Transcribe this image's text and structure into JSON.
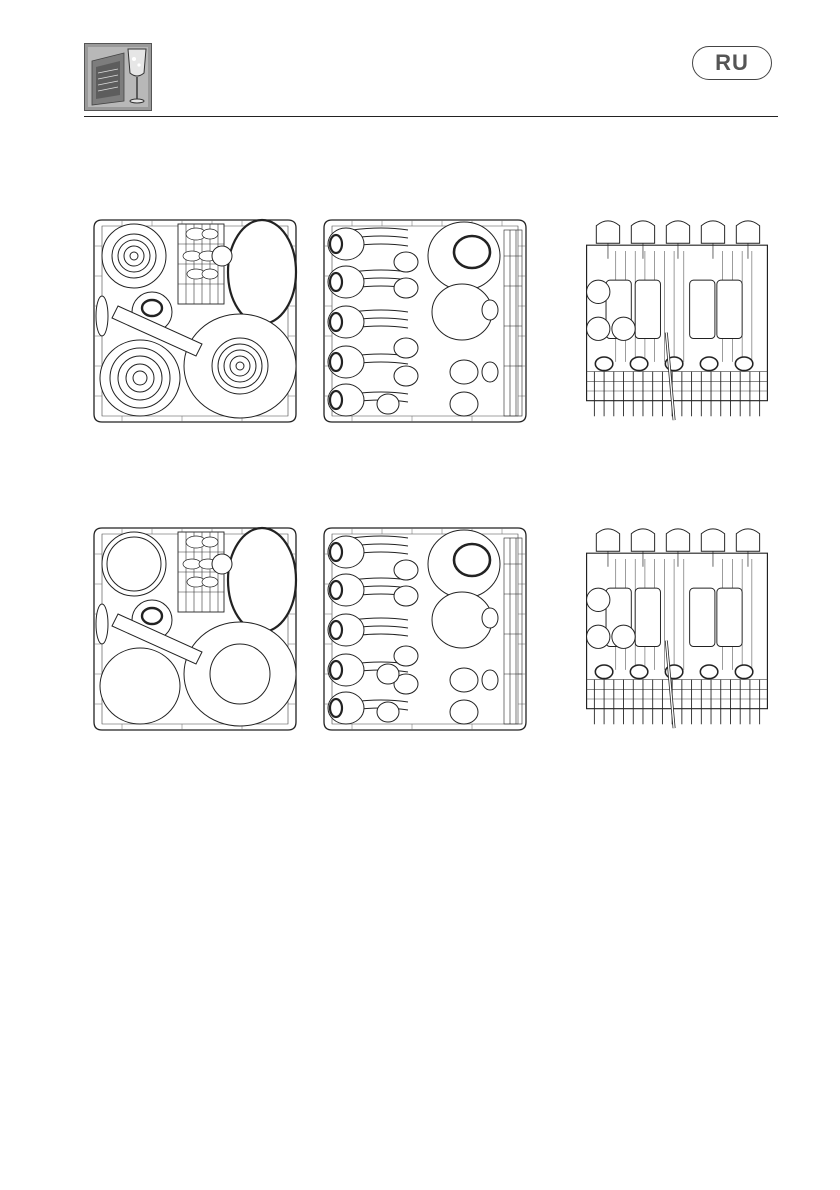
{
  "header": {
    "language_code": "RU",
    "logo_icon": "dishwasher-glass-icon"
  },
  "figures": {
    "row1": [
      {
        "rack": "lower",
        "plates": "patterned"
      },
      {
        "rack": "lower",
        "variant": "cups-and-plates"
      },
      {
        "rack": "upper",
        "variant": "glasses"
      }
    ],
    "row2": [
      {
        "rack": "lower",
        "plates": "plain"
      },
      {
        "rack": "lower",
        "variant": "cups-and-plates"
      },
      {
        "rack": "upper",
        "variant": "glasses"
      }
    ]
  }
}
